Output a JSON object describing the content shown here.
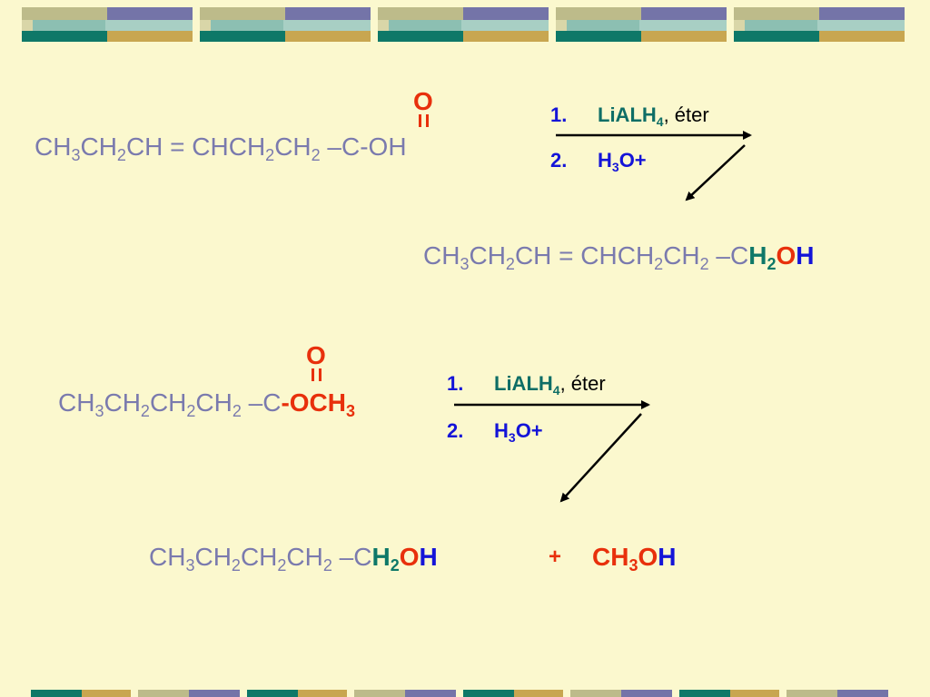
{
  "reaction1": {
    "reactant": {
      "p1": "CH",
      "s1": "3",
      "p2": "CH",
      "s2": "2",
      "p3": "CH = CHCH",
      "s3": "2",
      "p4": "CH",
      "s4": "2",
      "p5": " –C-OH"
    },
    "carbonyl_o": "O",
    "step1": {
      "num": "1.",
      "reagent": "LiALH",
      "sub": "4",
      "rest": ", éter"
    },
    "step2": {
      "num": "2.",
      "p1": "H",
      "sub": "3",
      "p2": "O+"
    },
    "product": {
      "p1": "CH",
      "s1": "3",
      "p2": "CH",
      "s2": "2",
      "p3": "CH = CHCH",
      "s3": "2",
      "p4": "CH",
      "s4": "2",
      "p5": " –C",
      "h": "H",
      "hsub": "2",
      "o": "O",
      "h2": "H"
    }
  },
  "reaction2": {
    "reactant": {
      "p1": "CH",
      "s1": "3",
      "p2": "CH",
      "s2": "2",
      "p3": "CH",
      "s3": "2",
      "p4": "CH",
      "s4": "2",
      "p5": " –C",
      "ester": "-OCH",
      "ester_sub": "3"
    },
    "carbonyl_o": "O",
    "step1": {
      "num": "1.",
      "reagent": "LiALH",
      "sub": "4",
      "rest": ", éter"
    },
    "step2": {
      "num": "2.",
      "p1": "H",
      "sub": "3",
      "p2": "O+"
    },
    "product": {
      "p1": "CH",
      "s1": "3",
      "p2": "CH",
      "s2": "2",
      "p3": "CH",
      "s3": "2",
      "p4": "CH",
      "s4": "2",
      "p5": " –C",
      "h": "H",
      "hsub": "2",
      "o": "O",
      "h2": "H"
    },
    "plus": "+",
    "methanol": {
      "p1": "CH",
      "sub": "3",
      "o": "O",
      "h": "H"
    }
  },
  "colors": {
    "background": "#FBF8CE",
    "formula": "#7A7AAE",
    "red": "#E8300C",
    "teal": "#0E7868",
    "blue": "#1414D8"
  }
}
